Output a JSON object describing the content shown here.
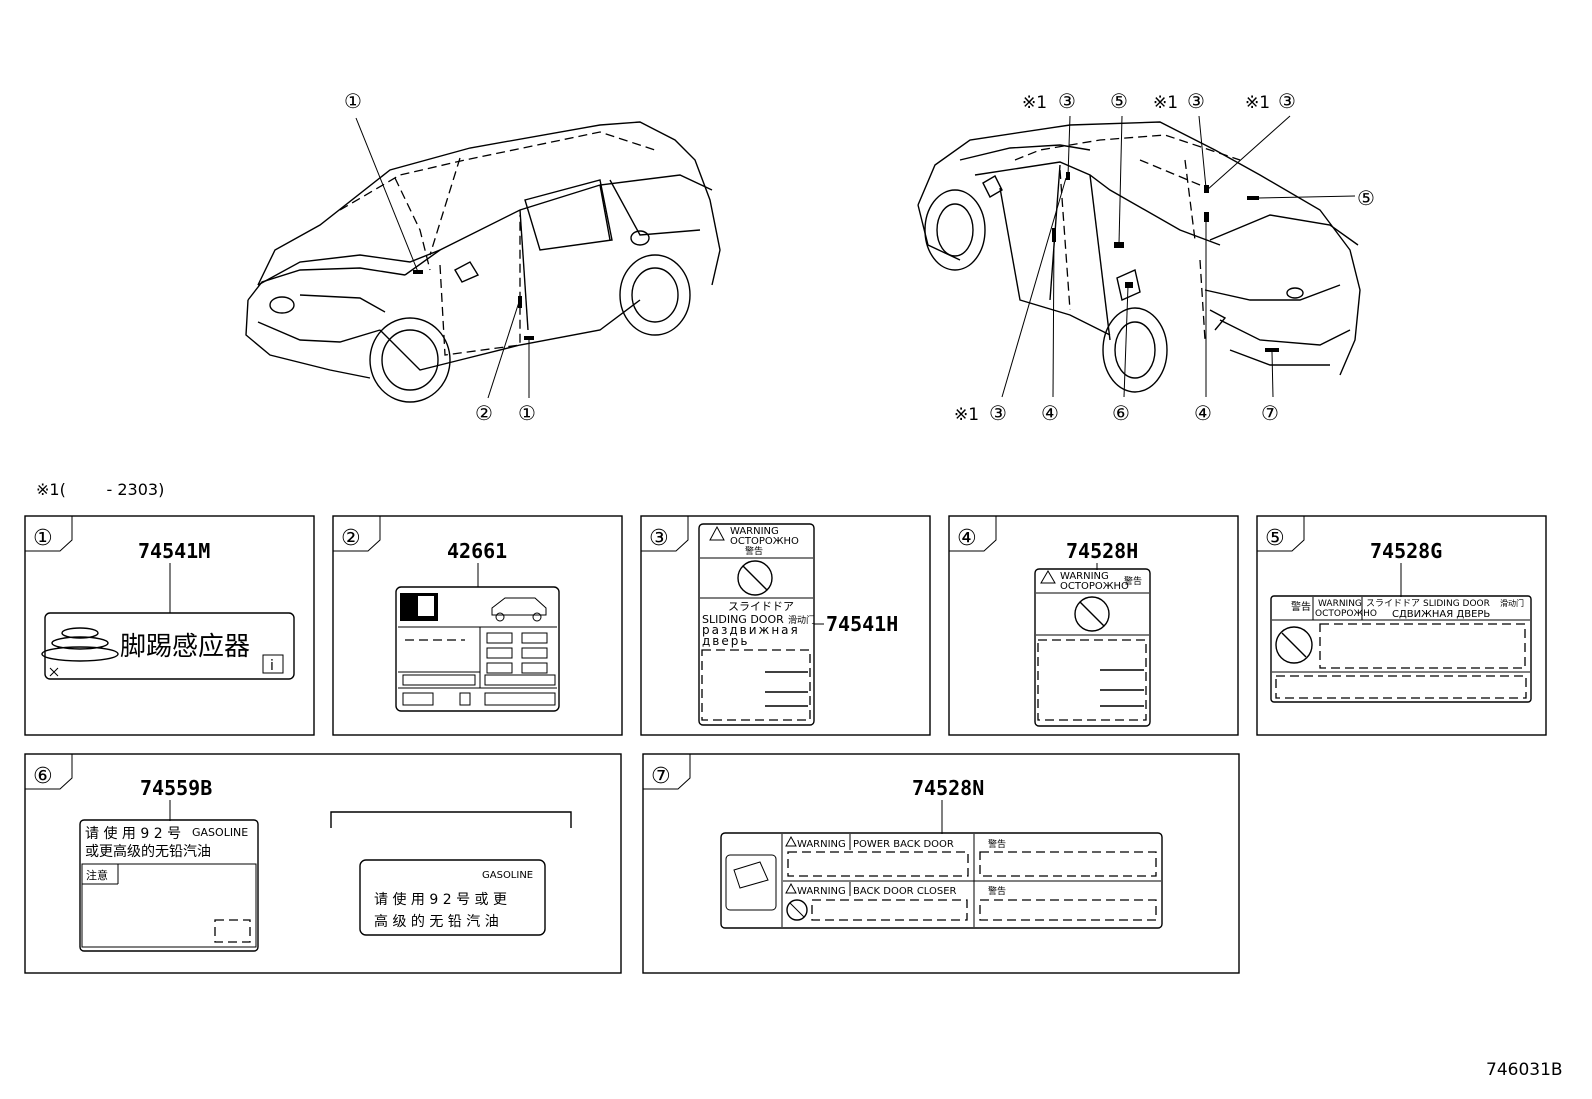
{
  "note_marker": "※1",
  "note_text": "※1(        - 2303)",
  "figure_code": "746031B",
  "callouts": {
    "c1": "①",
    "c2": "②",
    "c3": "③",
    "c4": "④",
    "c5": "⑤",
    "c6": "⑥",
    "c7": "⑦"
  },
  "panels": {
    "p1": {
      "index": "①",
      "part": "74541M",
      "label_text": "脚踢感应器"
    },
    "p2": {
      "index": "②",
      "part": "42661"
    },
    "p3": {
      "index": "③",
      "part": "74541H",
      "warning": "WARNING",
      "warning_ru": "ОСТОРОЖНО",
      "warning_jp": "警告",
      "jp_door": "スライドドア",
      "en_door": "SLIDING DOOR",
      "cn_door": "滑动门",
      "ru_door_1": "раздвижная",
      "ru_door_2": "дверь"
    },
    "p4": {
      "index": "④",
      "part": "74528H",
      "warning": "WARNING",
      "warning_ru": "ОСТОРОЖНО",
      "warning_jp": "警告"
    },
    "p5": {
      "index": "⑤",
      "part": "74528G",
      "warning_jp": "警告",
      "warning": "WARNING",
      "warning_ru": "ОСТОРОЖНО",
      "jp_door": "スライドドア",
      "en_door": "SLIDING DOOR",
      "cn_door": "滑动门",
      "ru_door": "СДВИЖНАЯ ДВЕРЬ"
    },
    "p6": {
      "index": "⑥",
      "part": "74559B",
      "line1": "请 使 用 9 2 号",
      "gas": "GASOLINE",
      "line2": "或更高级的无铅汽油",
      "caution": "注意",
      "alt_gas": "GASOLINE",
      "alt_line1": "请 使 用 9 2 号 或 更",
      "alt_line2": "高 级 的 无 铅 汽 油"
    },
    "p7": {
      "index": "⑦",
      "part": "74528N",
      "warning_a": "WARNING",
      "power_back_door": "POWER BACK DOOR",
      "warning_b": "WARNING",
      "back_door_closer": "BACK DOOR CLOSER",
      "jp_a": "警告",
      "jp_b": "警告"
    }
  }
}
